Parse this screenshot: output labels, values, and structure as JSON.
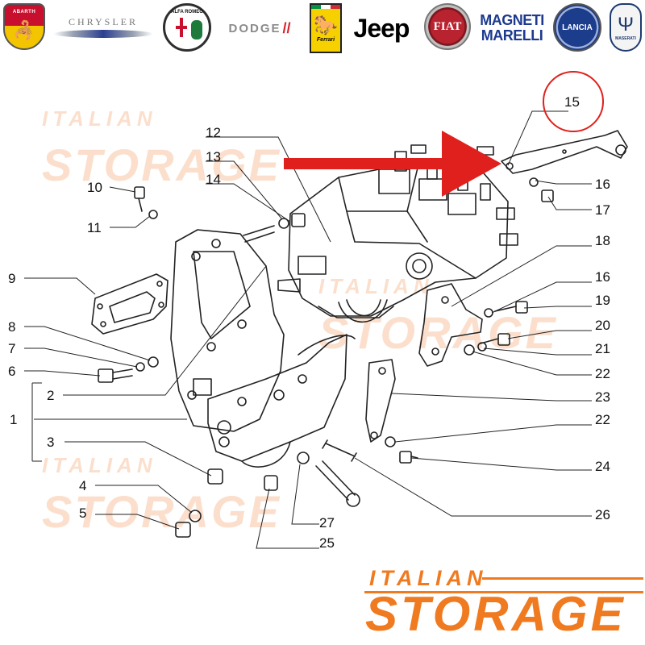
{
  "brand_logos": [
    {
      "name": "abarth",
      "text": "ABARTH"
    },
    {
      "name": "chrysler",
      "text": "CHRYSLER"
    },
    {
      "name": "alfa-romeo",
      "text": "ALFA ROMEO"
    },
    {
      "name": "dodge",
      "text": "DODGE"
    },
    {
      "name": "ferrari",
      "text": "Ferrari"
    },
    {
      "name": "jeep",
      "text": "Jeep"
    },
    {
      "name": "fiat",
      "text": "FIAT"
    },
    {
      "name": "magneti-marelli",
      "text": "MAGNETI MARELLI",
      "line1": "MAGNETI",
      "line2": "MARELLI"
    },
    {
      "name": "lancia",
      "text": "LANCIA"
    },
    {
      "name": "maserati",
      "text": "MASERATI"
    }
  ],
  "callouts": [
    "1",
    "2",
    "3",
    "4",
    "5",
    "6",
    "7",
    "8",
    "9",
    "10",
    "11",
    "12",
    "13",
    "14",
    "15",
    "16",
    "16",
    "17",
    "18",
    "19",
    "20",
    "21",
    "22",
    "22",
    "23",
    "24",
    "25",
    "26",
    "27"
  ],
  "watermark": {
    "line1": "ITALIAN",
    "line2": "STORAGE"
  },
  "brand": {
    "line1": "ITALIAN",
    "line2": "STORAGE"
  },
  "colors": {
    "brand_orange": "#f07a20",
    "watermark_orange": "#f8c6a4",
    "highlight_red": "#e0201c",
    "line_art": "#222222"
  },
  "highlight": {
    "part": "15",
    "pointer": "red arrow"
  }
}
